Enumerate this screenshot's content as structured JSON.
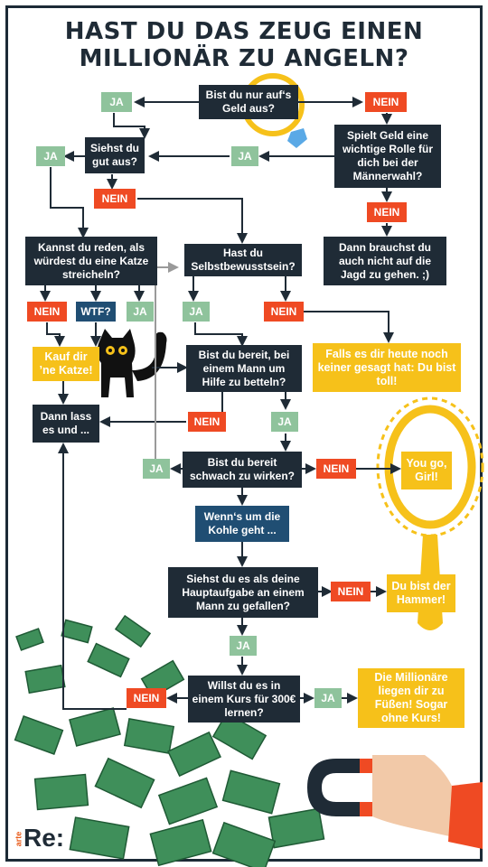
{
  "title": {
    "line1": "HAST DU DAS ZEUG EINEN",
    "line2": "MILLIONÄR ZU ANGELN?"
  },
  "nodes": {
    "q_geld": "Bist du nur auf‘s Geld aus?",
    "q_gut": "Siehst du gut aus?",
    "q_rolle": "Spielt Geld eine wichtige Rolle für dich bei der Männerwahl?",
    "q_reden": "Kannst du reden, als würdest du eine Katze streicheln?",
    "q_selbst": "Hast du Selbstbewusstsein?",
    "r_jagd": "Dann brauchst du auch nicht auf die Jagd zu gehen. ;)",
    "r_katze": "Kauf dir ’ne Katze!",
    "q_betteln": "Bist du bereit, bei einem Mann um Hilfe zu betteln?",
    "r_toll": "Falls es dir heute noch keiner gesagt hat: Du bist toll!",
    "r_dannlass": "Dann lass es und ...",
    "q_schwach": "Bist du bereit schwach zu wirken?",
    "r_yougo": "You go, Girl!",
    "q_kohle": "Wenn‘s um die Kohle geht ...",
    "q_haupt": "Siehst du es als deine Hauptaufgabe an einem Mann zu gefallen?",
    "r_hammer": "Du bist der Hammer!",
    "q_kurs": "Willst du es in einem Kurs für 300€ lernen?",
    "r_millionaere": "Die Millionäre liegen dir zu Füßen! Sogar ohne Kurs!"
  },
  "labels": {
    "ja": "JA",
    "nein": "NEIN",
    "wtf": "WTF?"
  },
  "brand": {
    "small": "arte",
    "main": "Re:"
  },
  "colors": {
    "dark": "#1f2b36",
    "blue": "#204e73",
    "yellow": "#f6c11a",
    "green": "#8fc39c",
    "red": "#ef4a23"
  }
}
